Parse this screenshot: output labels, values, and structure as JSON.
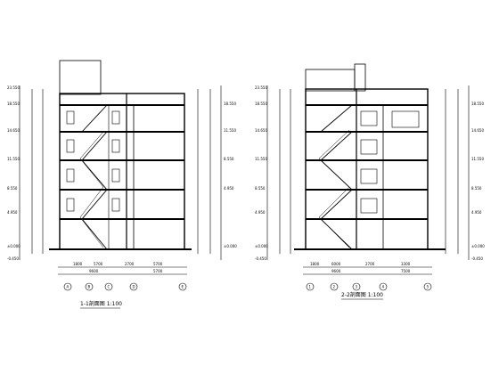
{
  "drawing": {
    "section_left": {
      "caption": "1-1剖面图 1:100",
      "elev_labels_left": [
        "23.550",
        "18.550",
        "14.650",
        "11.550",
        "8.550",
        "4.950",
        "±0.000",
        "-0.450"
      ],
      "elev_labels_right": [
        "18.550",
        "11.550",
        "8.550",
        "4.950",
        "±0.000"
      ],
      "axis_bubbles": [
        "A",
        "B",
        "C",
        "D",
        "E"
      ],
      "dim_bottom_row1": [
        "1800",
        "5700",
        "2700",
        "5700"
      ],
      "dim_bottom_row2": [
        "9600",
        "5700"
      ]
    },
    "section_right": {
      "caption": "2-2剖面图 1:100",
      "elev_labels_left": [
        "23.550",
        "18.550",
        "14.650",
        "11.550",
        "8.550",
        "4.950",
        "±0.000",
        "-0.450"
      ],
      "elev_labels_right": [
        "18.550",
        "14.650",
        "11.550",
        "8.550",
        "4.950",
        "±0.000",
        "-0.450"
      ],
      "axis_bubbles": [
        "1",
        "2",
        "3",
        "4",
        "5"
      ],
      "dim_bottom_row1": [
        "1800",
        "6000",
        "2700",
        "3300"
      ],
      "dim_bottom_row2": [
        "9600",
        "7500"
      ]
    }
  }
}
